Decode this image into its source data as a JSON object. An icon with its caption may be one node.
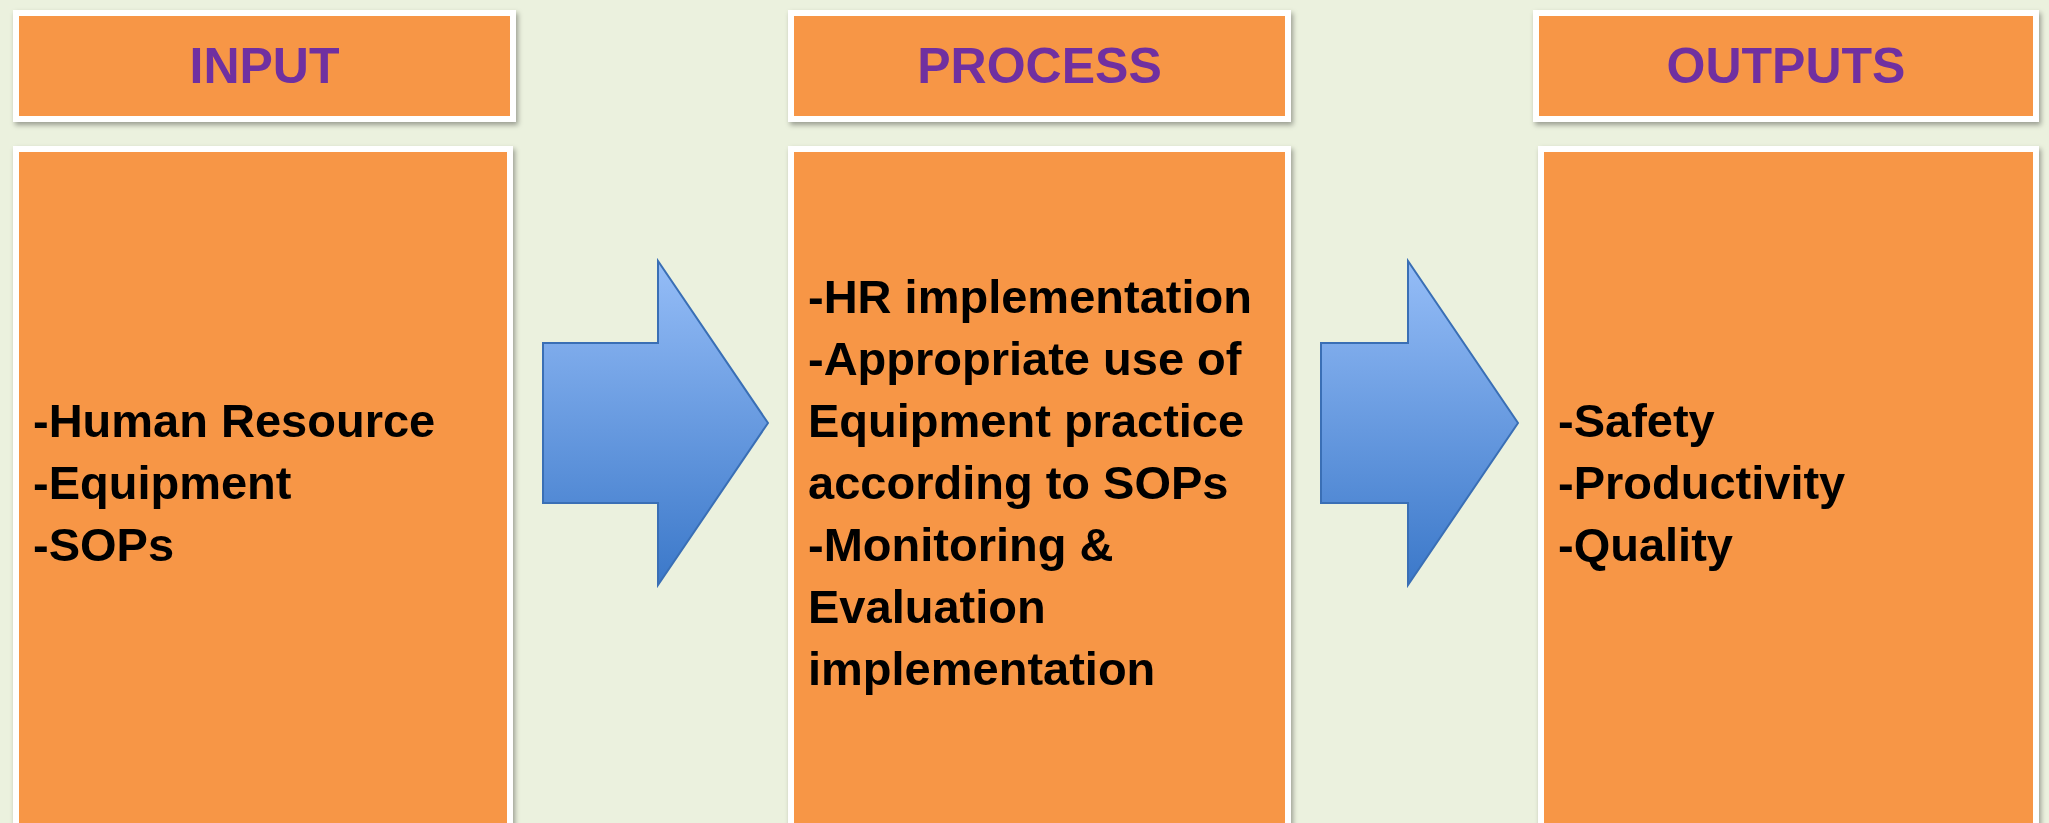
{
  "diagram": {
    "nodes": [
      {
        "text": [
          "INPUT"
        ]
      },
      {
        "text": [
          "-Human Resource",
          "-Equipment",
          "-SOPs"
        ]
      },
      {
        "text": [
          "PROCESS"
        ]
      },
      {
        "text": [
          "-HR implementation",
          "-Appropriate use of Equipment practice according to SOPs",
          "-Monitoring & Evaluation implementation"
        ]
      },
      {
        "text": [
          "OUTPUTS"
        ]
      },
      {
        "text": [
          "-Safety",
          "-Productivity",
          "-Quality"
        ]
      }
    ],
    "edges": [
      {
        "from": 1,
        "to": 3,
        "arrow": "to"
      },
      {
        "from": 3,
        "to": 5,
        "arrow": "to"
      }
    ]
  }
}
